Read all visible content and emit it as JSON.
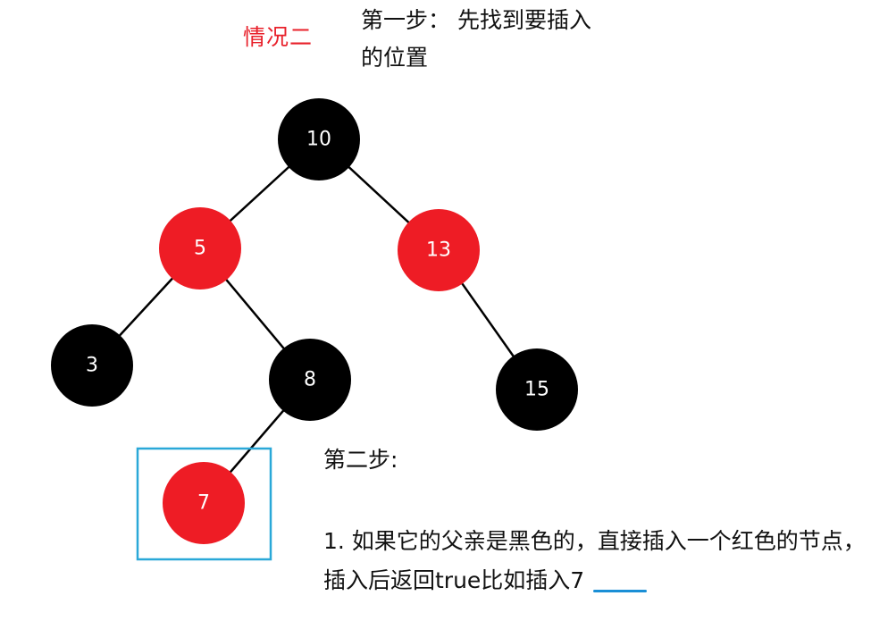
{
  "labels": {
    "case": "情况二",
    "step1": "第一步： 先找到要插入的位置",
    "step2_title": "第二步:",
    "step2_body": "1. 如果它的父亲是黑色的，直接插入一个红色的节点，插入后返回true比如插入7"
  },
  "colors": {
    "red": "#ee1c25",
    "black": "#000000",
    "highlight_box": "#2aa8d8",
    "underline": "#1a8fd6"
  },
  "tree": {
    "nodes": [
      {
        "id": "n10",
        "value": "10",
        "color": "black"
      },
      {
        "id": "n5",
        "value": "5",
        "color": "red"
      },
      {
        "id": "n13",
        "value": "13",
        "color": "red"
      },
      {
        "id": "n3",
        "value": "3",
        "color": "black"
      },
      {
        "id": "n8",
        "value": "8",
        "color": "black"
      },
      {
        "id": "n15",
        "value": "15",
        "color": "black"
      },
      {
        "id": "n7",
        "value": "7",
        "color": "red",
        "highlighted": true
      }
    ],
    "edges": [
      [
        "n10",
        "n5"
      ],
      [
        "n10",
        "n13"
      ],
      [
        "n5",
        "n3"
      ],
      [
        "n5",
        "n8"
      ],
      [
        "n13",
        "n15"
      ],
      [
        "n8",
        "n7"
      ]
    ]
  }
}
